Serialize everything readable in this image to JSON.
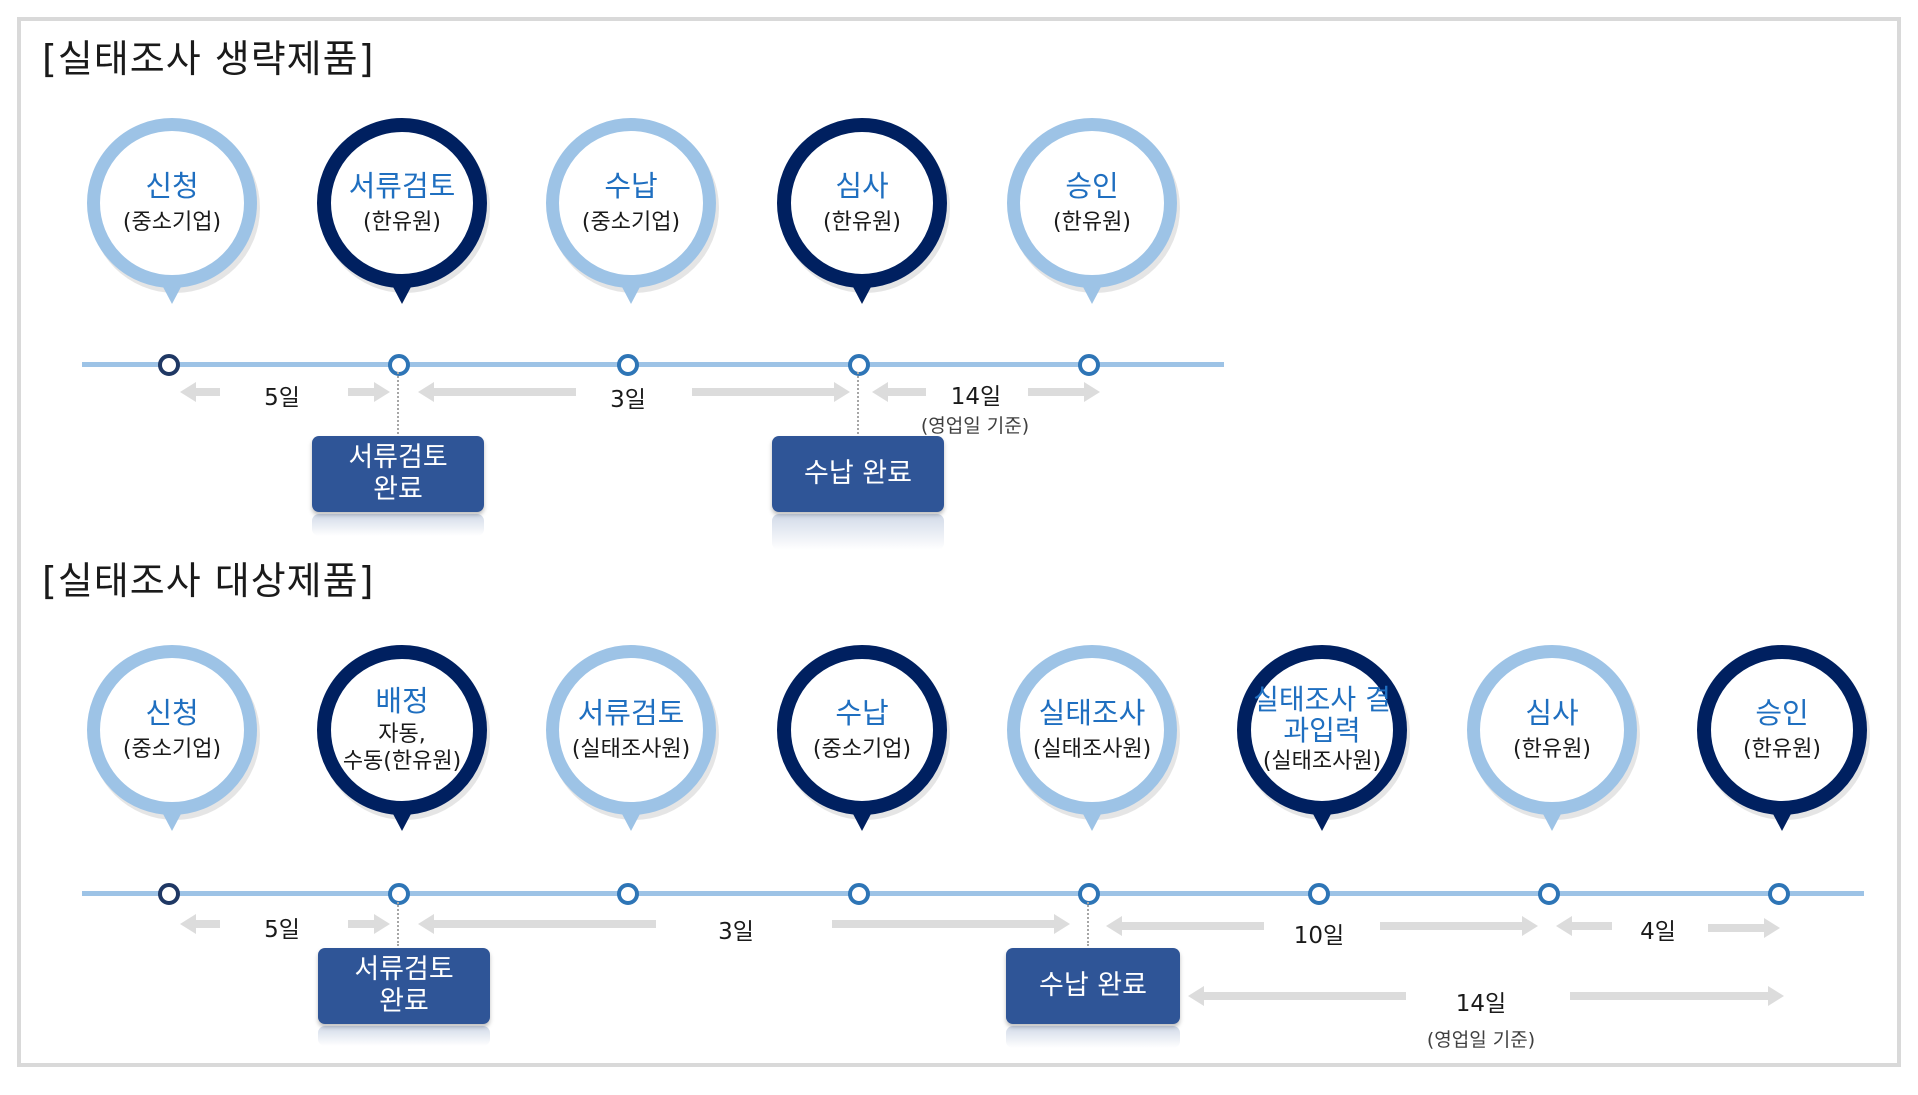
{
  "sections": {
    "s1_title": "[실태조사 생략제품]",
    "s2_title": "[실태조사 대상제품]"
  },
  "s1": {
    "steps": [
      {
        "title": "신청",
        "sub": "(중소기업)"
      },
      {
        "title": "서류검토",
        "sub": "(한유원)"
      },
      {
        "title": "수납",
        "sub": "(중소기업)"
      },
      {
        "title": "심사",
        "sub": "(한유원)"
      },
      {
        "title": "승인",
        "sub": "(한유원)"
      }
    ],
    "durations": {
      "d1": "5일",
      "d2": "3일",
      "d3": "14일"
    },
    "note": "(영업일 기준)",
    "milestones": {
      "m1": "서류검토 완료",
      "m2": "수납 완료"
    }
  },
  "s2": {
    "steps": [
      {
        "title": "신청",
        "sub": "(중소기업)"
      },
      {
        "title": "배정",
        "note": "자동,",
        "sub": "수동(한유원)"
      },
      {
        "title": "서류검토",
        "sub": "(실태조사원)"
      },
      {
        "title": "수납",
        "sub": "(중소기업)"
      },
      {
        "title": "실태조사",
        "sub": "(실태조사원)"
      },
      {
        "title": "실태조사 결과입력",
        "sub": "(실태조사원)"
      },
      {
        "title": "심사",
        "sub": "(한유원)"
      },
      {
        "title": "승인",
        "sub": "(한유원)"
      }
    ],
    "durations": {
      "d1": "5일",
      "d2": "3일",
      "d3": "10일",
      "d4": "4일",
      "d5": "14일"
    },
    "note": "(영업일 기준)",
    "milestones": {
      "m1": "서류검토 완료",
      "m2": "수납 완료"
    }
  },
  "colors": {
    "pin_light": "#9dc3e6",
    "pin_dark": "#002060",
    "title_blue": "#1f6fc0",
    "milestone_bg": "#2f5597",
    "timeline": "#9dc3e6"
  }
}
